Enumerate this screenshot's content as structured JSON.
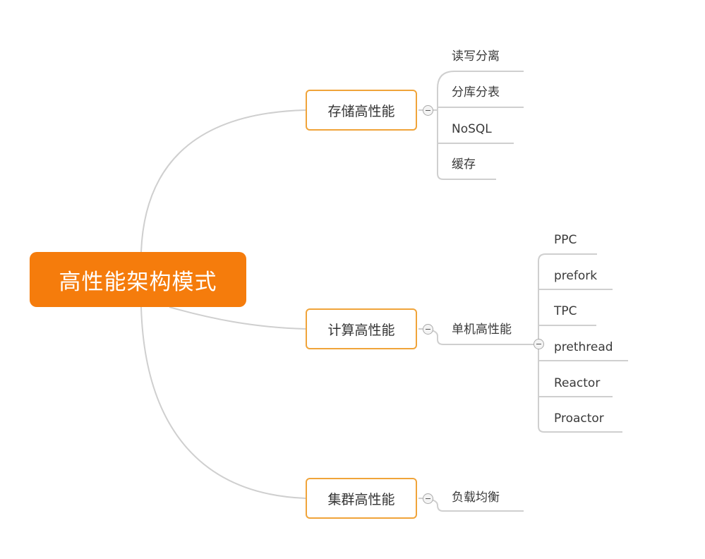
{
  "root": {
    "label": "高性能架构模式"
  },
  "branches": [
    {
      "label": "存储高性能",
      "children": [
        "读写分离",
        "分库分表",
        "NoSQL",
        "缓存"
      ]
    },
    {
      "label": "计算高性能",
      "child": {
        "label": "单机高性能",
        "children": [
          "PPC",
          "prefork",
          "TPC",
          "prethread",
          "Reactor",
          "Proactor"
        ]
      }
    },
    {
      "label": "集群高性能",
      "children": [
        "负载均衡"
      ]
    }
  ],
  "colors": {
    "root_fill": "#f57c0c",
    "branch_border": "#f0a43a",
    "connector": "#cfcfcf"
  }
}
